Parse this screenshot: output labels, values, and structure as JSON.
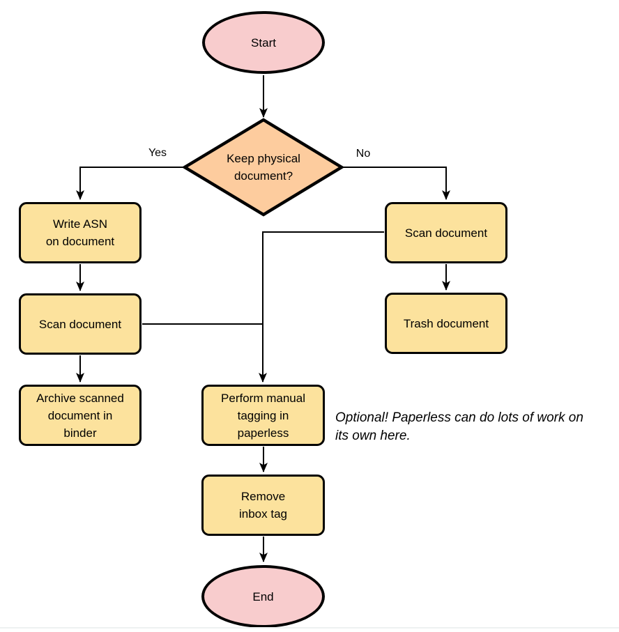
{
  "colors": {
    "terminal_fill": "#F8CCCD",
    "process_fill": "#FCE29D",
    "decision_fill": "#FDCC9E",
    "stroke": "#000000",
    "background": "#FFFFFF"
  },
  "nodes": {
    "start": {
      "label": "Start"
    },
    "decision": {
      "line1": "Keep physical",
      "line2": "document?"
    },
    "write_asn": {
      "line1": "Write ASN",
      "line2": "on document"
    },
    "scan_left": {
      "label": "Scan document"
    },
    "archive": {
      "line1": "Archive scanned",
      "line2": "document in",
      "line3": "binder"
    },
    "scan_right": {
      "label": "Scan document"
    },
    "trash": {
      "label": "Trash document"
    },
    "tagging": {
      "line1": "Perform manual",
      "line2": "tagging in",
      "line3": "paperless"
    },
    "remove_inbox": {
      "line1": "Remove",
      "line2": "inbox tag"
    },
    "end": {
      "label": "End"
    }
  },
  "edge_labels": {
    "yes": "Yes",
    "no": "No"
  },
  "note": {
    "line1": "Optional! Paperless can do lots of work on",
    "line2": "its own here."
  }
}
